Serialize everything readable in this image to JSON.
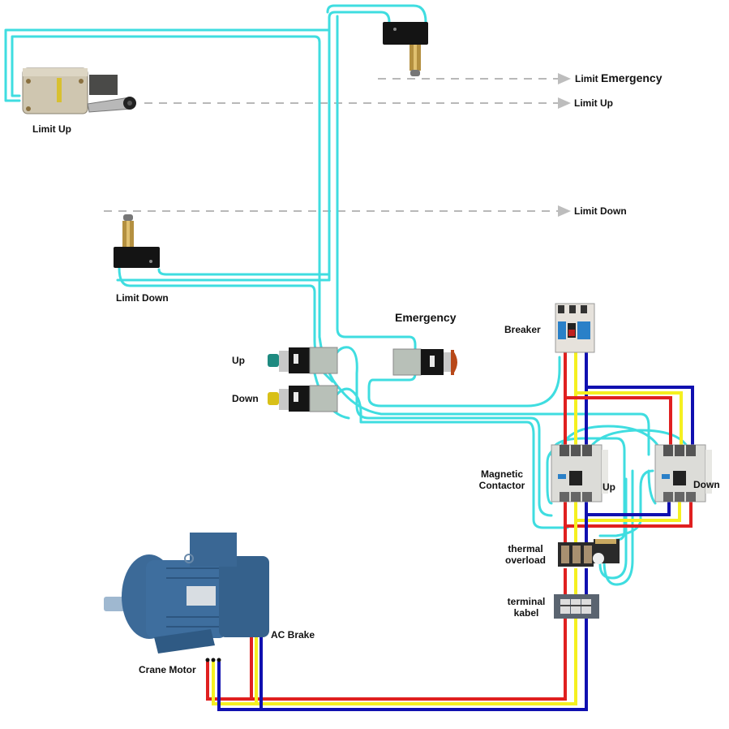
{
  "diagram": {
    "title": "Crane hoist control wiring diagram",
    "colors": {
      "control_wire": "#3fdde0",
      "phase_L1": "#e02020",
      "phase_L2": "#f5f020",
      "phase_L3": "#1010b0",
      "guide_dashes": "#b8b8b8",
      "background": "#ffffff"
    },
    "components": {
      "limit_up_switch": "Limit Up",
      "limit_down_switch": "Limit Down",
      "emergency_limit_switch": "",
      "push_button_up": "Up",
      "push_button_down": "Down",
      "emergency_button": "Emergency",
      "breaker": "Breaker",
      "contactor_group": "Magnetic Contactor",
      "contactor_up": "Up",
      "contactor_down": "Down",
      "thermal_overload": "thermal overload",
      "terminal": "terminal kabel",
      "motor": "Crane Motor",
      "brake": "AC Brake"
    },
    "labels": {
      "limit_up": "Limit Up",
      "limit_down": "Limit Down",
      "push_up": "Up",
      "push_down": "Down",
      "emergency": "Emergency",
      "breaker": "Breaker",
      "magnetic": "Magnetic",
      "contactor": "Contactor",
      "contactor_up": "Up",
      "contactor_down": "Down",
      "thermal": "thermal",
      "overload": "overload",
      "terminal": "terminal",
      "kabel": "kabel",
      "crane_motor": "Crane Motor",
      "ac_brake": "AC Brake"
    },
    "arrow_targets": [
      {
        "id": "arrow-limit-emergency",
        "label_a": "Limit",
        "label_b": "Emergency"
      },
      {
        "id": "arrow-limit-up",
        "label_a": "Limit Up",
        "label_b": ""
      },
      {
        "id": "arrow-limit-down",
        "label_a": "Limit Down",
        "label_b": ""
      }
    ]
  }
}
